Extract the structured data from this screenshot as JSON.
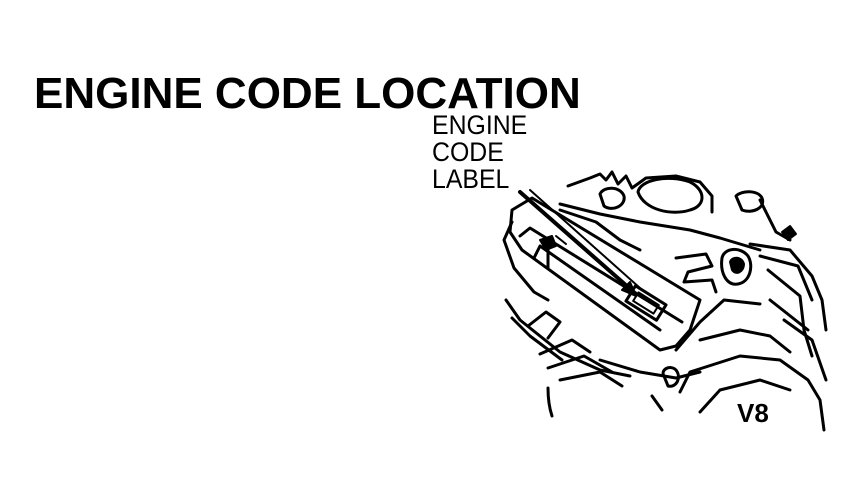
{
  "title": "ENGINE CODE LOCATION",
  "callout": {
    "line1": "ENGINE",
    "line2": "CODE",
    "line3": "LABEL"
  },
  "variant_label": "V8",
  "colors": {
    "ink": "#000000",
    "paper": "#ffffff"
  }
}
